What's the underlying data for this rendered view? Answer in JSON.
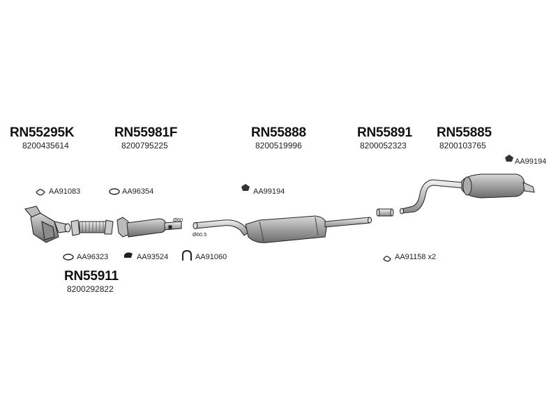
{
  "groups": [
    {
      "code": "RN55295K",
      "number": "8200435614"
    },
    {
      "code": "RN55981F",
      "number": "8200795225"
    },
    {
      "code": "RN55888",
      "number": "8200519996"
    },
    {
      "code": "RN55891",
      "number": "8200052323"
    },
    {
      "code": "RN55885",
      "number": "8200103765"
    },
    {
      "code": "RN55911",
      "number": "8200292822"
    }
  ],
  "accessories": [
    {
      "ref": "AA99194",
      "icon": "hanger-bracket-icon"
    },
    {
      "ref": "AA91083",
      "icon": "gasket-icon"
    },
    {
      "ref": "AA96354",
      "icon": "gasket-ring-icon"
    },
    {
      "ref": "AA99194",
      "icon": "hanger-bracket-icon"
    },
    {
      "ref": "AA96323",
      "icon": "gasket-ring-icon"
    },
    {
      "ref": "AA93524",
      "icon": "rubber-mount-icon"
    },
    {
      "ref": "AA91060",
      "icon": "u-clamp-icon"
    },
    {
      "ref": "AA91158 x2",
      "icon": "clamp-icon"
    }
  ],
  "dimensions": {
    "d1": "Ø60",
    "d2": "Ø60.5"
  }
}
